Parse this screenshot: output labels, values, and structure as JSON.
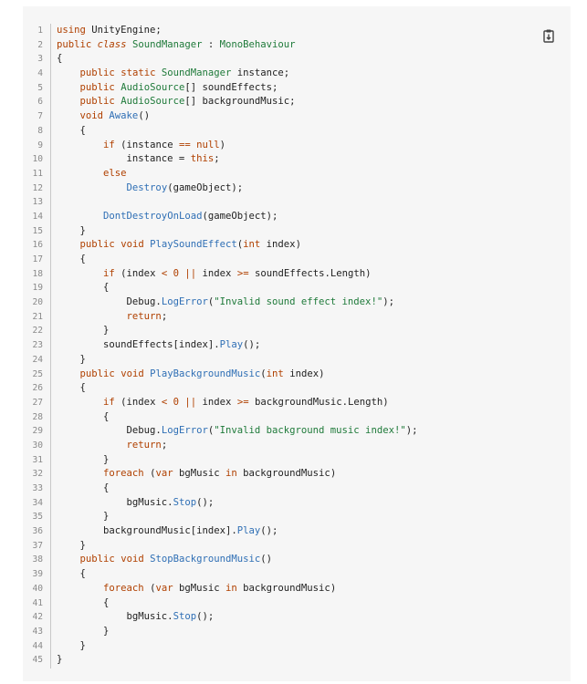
{
  "code": {
    "lines": [
      "using UnityEngine;",
      "public class SoundManager : MonoBehaviour",
      "{",
      "    public static SoundManager instance;",
      "    public AudioSource[] soundEffects;",
      "    public AudioSource[] backgroundMusic;",
      "    void Awake()",
      "    {",
      "        if (instance == null)",
      "            instance = this;",
      "        else",
      "            Destroy(gameObject);",
      "",
      "        DontDestroyOnLoad(gameObject);",
      "    }",
      "    public void PlaySoundEffect(int index)",
      "    {",
      "        if (index < 0 || index >= soundEffects.Length)",
      "        {",
      "            Debug.LogError(\"Invalid sound effect index!\");",
      "            return;",
      "        }",
      "        soundEffects[index].Play();",
      "    }",
      "    public void PlayBackgroundMusic(int index)",
      "    {",
      "        if (index < 0 || index >= backgroundMusic.Length)",
      "        {",
      "            Debug.LogError(\"Invalid background music index!\");",
      "            return;",
      "        }",
      "        foreach (var bgMusic in backgroundMusic)",
      "        {",
      "            bgMusic.Stop();",
      "        }",
      "        backgroundMusic[index].Play();",
      "    }",
      "    public void StopBackgroundMusic()",
      "    {",
      "        foreach (var bgMusic in backgroundMusic)",
      "        {",
      "            bgMusic.Stop();",
      "        }",
      "    }",
      "}"
    ]
  },
  "icons": {
    "copy": "clipboard-icon"
  },
  "colors": {
    "keyword": "#b04000",
    "type": "#1f7a3a",
    "method": "#2f6fb5",
    "string": "#1f7a3a",
    "line_number": "#8a8a8a",
    "panel_bg": "#f6f6f6"
  }
}
